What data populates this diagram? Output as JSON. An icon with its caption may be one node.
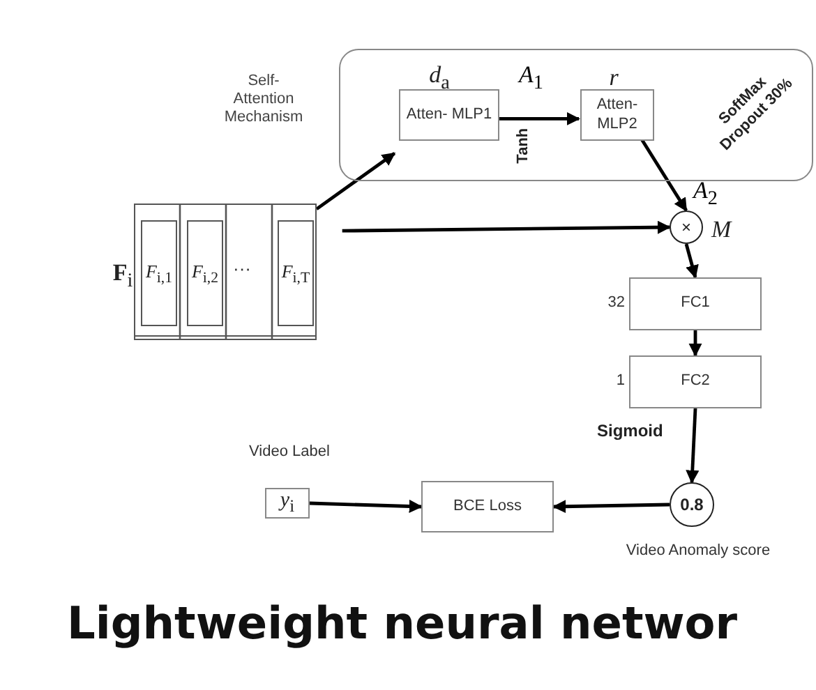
{
  "diagram": {
    "title": "Lightweight neural networ",
    "nodes": [
      {
        "text": [
          "Self- Attention Mechanism"
        ]
      },
      {
        "text": [
          "Atten- MLP1"
        ],
        "in": 0,
        "beside": [
          "*d*$_{a}$"
        ]
      },
      {
        "text": [
          "Atten- MLP2"
        ],
        "in": 0,
        "beside": [
          "*r*"
        ]
      },
      {
        "text": [
          "···"
        ],
        "beside": [
          "**F**$_{i}$"
        ]
      },
      {
        "text": [
          "*F*$_{i,1}$"
        ],
        "in": 3
      },
      {
        "text": [
          "*F*$_{i,2}$"
        ],
        "in": 3
      },
      {
        "text": [
          "*F*$_{i,T}$"
        ],
        "in": 3
      },
      {
        "text": [
          "×"
        ],
        "beside": [
          "*M*"
        ]
      },
      {
        "text": [
          "FC1"
        ],
        "beside": [
          "32"
        ]
      },
      {
        "text": [
          "FC2"
        ],
        "beside": [
          "1"
        ]
      },
      {
        "text": [
          "0.8"
        ],
        "beside": [
          "Video Anomaly score"
        ]
      },
      {
        "text": [
          "BCE Loss"
        ]
      },
      {
        "text": [
          "*y*$_{i}$"
        ],
        "beside": [
          "Video Label"
        ]
      }
    ],
    "edges": [
      {
        "from": 3,
        "to": 1,
        "arrow": "to"
      },
      {
        "from": 1,
        "to": 2,
        "arrow": "to",
        "label": "*A*$_{1}$"
      },
      {
        "from": 2,
        "to": 7,
        "arrow": "to",
        "label": "*A*$_{2}$"
      },
      {
        "from": 3,
        "to": 7,
        "arrow": "to"
      },
      {
        "from": 7,
        "to": 8,
        "arrow": "to"
      },
      {
        "from": 8,
        "to": 9,
        "arrow": "to"
      },
      {
        "from": 9,
        "to": 10,
        "arrow": "to",
        "label": "Sigmoid"
      },
      {
        "from": 12,
        "to": 11,
        "arrow": "to"
      },
      {
        "from": 10,
        "to": 11,
        "arrow": "to"
      }
    ],
    "labels": [
      "Tanh",
      "SoftMax Dropout 30%"
    ]
  }
}
